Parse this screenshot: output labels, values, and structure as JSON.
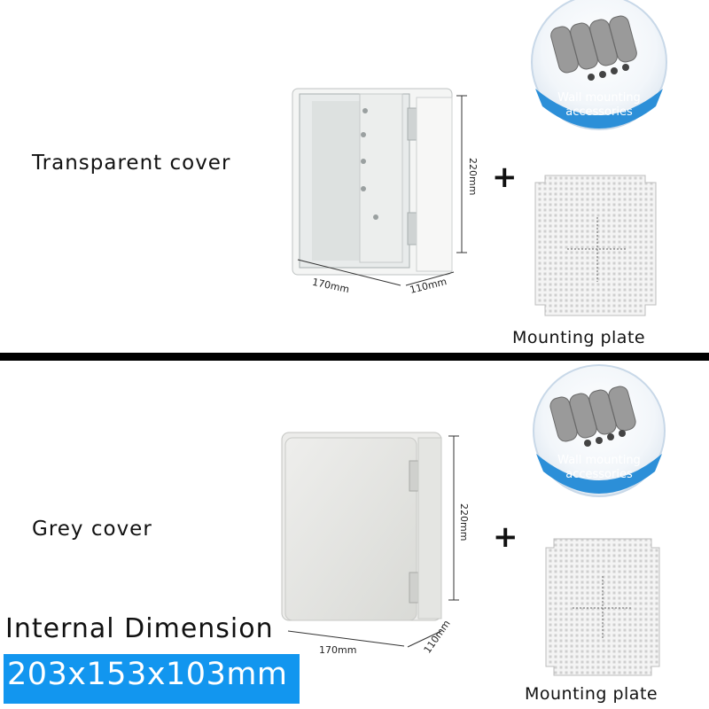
{
  "top": {
    "cover_label": "Transparent cover",
    "dim_height": "220mm",
    "dim_width": "170mm",
    "dim_depth": "110mm",
    "accessories_label_line1": "Wall mounting",
    "accessories_label_line2": "accessories",
    "plate_label": "Mounting plate",
    "plus": "+"
  },
  "bottom": {
    "cover_label": "Grey cover",
    "dim_height": "220mm",
    "dim_width": "170mm",
    "dim_depth": "110mm",
    "accessories_label_line1": "Wall mounting",
    "accessories_label_line2": "accessories",
    "plate_label": "Mounting plate",
    "plus": "+"
  },
  "internal": {
    "title": "Internal Dimension",
    "value": "203x153x103mm"
  },
  "colors": {
    "badge_blue": "#1296ef",
    "circle_blue": "#2c8fd8",
    "grey_box": "#e6e7e4"
  }
}
